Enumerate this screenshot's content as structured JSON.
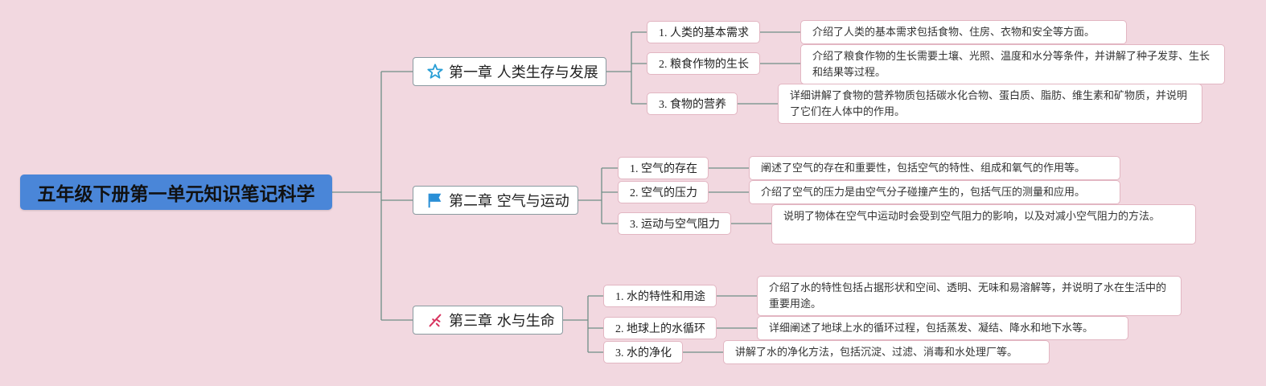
{
  "root": {
    "title": "五年级下册第一单元知识笔记科学"
  },
  "chapters": [
    {
      "title": "第一章 人类生存与发展",
      "icon": "star-icon",
      "color": "#2a9fd6",
      "topics": [
        {
          "label": "1. 人类的基本需求",
          "desc": "介绍了人类的基本需求包括食物、住房、衣物和安全等方面。"
        },
        {
          "label": "2. 粮食作物的生长",
          "desc": "介绍了粮食作物的生长需要土壤、光照、温度和水分等条件，并讲解了种子发芽、生长和结果等过程。"
        },
        {
          "label": "3. 食物的营养",
          "desc": "详细讲解了食物的营养物质包括碳水化合物、蛋白质、脂肪、维生素和矿物质，并说明了它们在人体中的作用。"
        }
      ]
    },
    {
      "title": "第二章 空气与运动",
      "icon": "flag-icon",
      "color": "#2a8fd6",
      "topics": [
        {
          "label": "1. 空气的存在",
          "desc": "阐述了空气的存在和重要性，包括空气的特性、组成和氧气的作用等。"
        },
        {
          "label": "2. 空气的压力",
          "desc": "介绍了空气的压力是由空气分子碰撞产生的，包括气压的测量和应用。"
        },
        {
          "label": "3. 运动与空气阻力",
          "desc": "说明了物体在空气中运动时会受到空气阻力的影响，以及对减小空气阻力的方法。"
        }
      ]
    },
    {
      "title": "第三章 水与生命",
      "icon": "sparkle-icon",
      "color": "#d8345f",
      "topics": [
        {
          "label": "1. 水的特性和用途",
          "desc": "介绍了水的特性包括占据形状和空间、透明、无味和易溶解等，并说明了水在生活中的重要用途。"
        },
        {
          "label": "2. 地球上的水循环",
          "desc": "详细阐述了地球上水的循环过程，包括蒸发、凝结、降水和地下水等。"
        },
        {
          "label": "3. 水的净化",
          "desc": "讲解了水的净化方法，包括沉淀、过滤、消毒和水处理厂等。"
        }
      ]
    }
  ],
  "colors": {
    "background": "#f2d8e0",
    "root_fill": "#4a86d8",
    "connector": "#6f8f86"
  }
}
